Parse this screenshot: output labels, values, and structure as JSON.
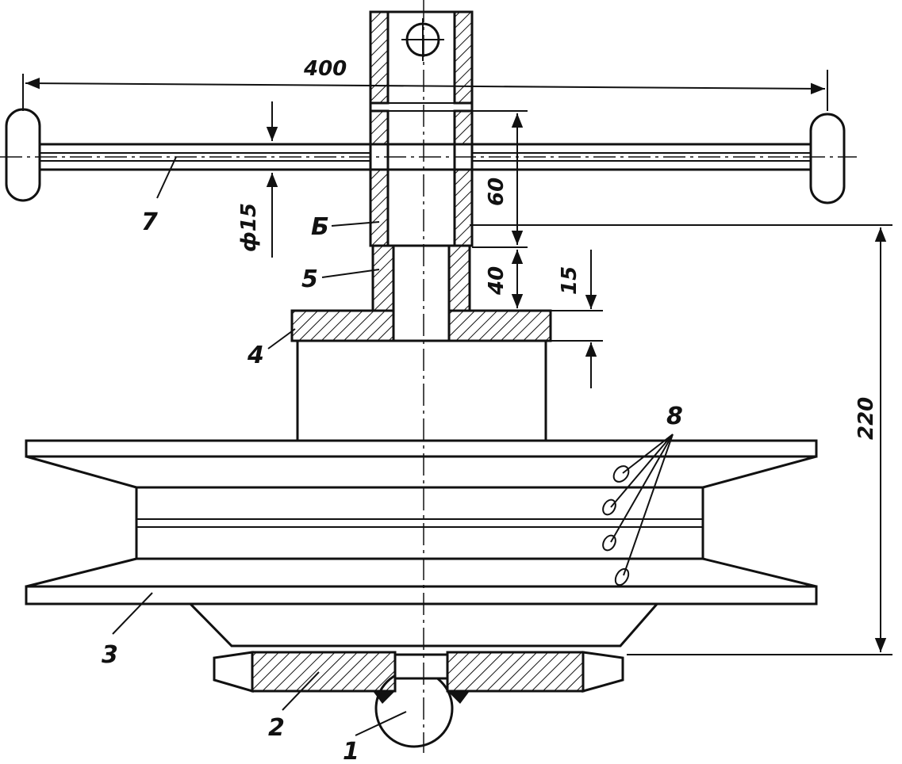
{
  "dimensions": {
    "width_400": "400",
    "dia_15": "ф15",
    "len_60": "60",
    "len_40": "40",
    "len_15": "15",
    "len_220": "220"
  },
  "parts": {
    "p1": "1",
    "p2": "2",
    "p3": "3",
    "p4": "4",
    "p5": "5",
    "p6": "Б",
    "p7": "7",
    "p8": "8"
  }
}
